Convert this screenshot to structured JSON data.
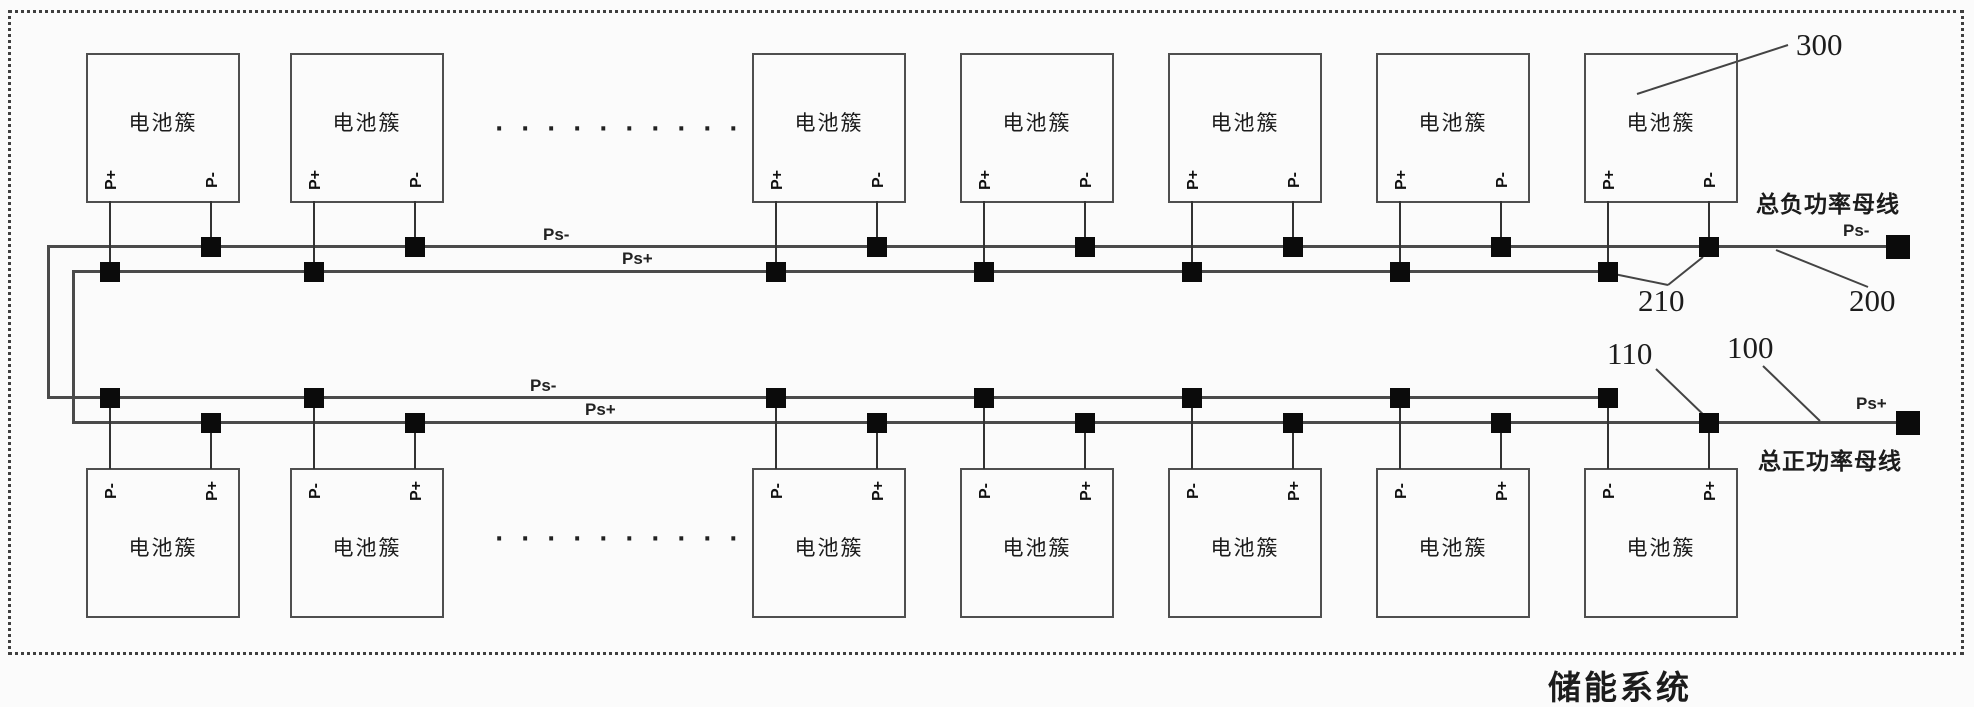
{
  "system": {
    "title": "储能系统",
    "negative_bus_name": "总负功率母线",
    "positive_bus_name": "总正功率母线"
  },
  "battery_cluster": {
    "label": "电池簇",
    "positive_terminal": "P+",
    "negative_terminal": "P-"
  },
  "bus_labels": {
    "upper_minus": "Ps-",
    "upper_plus": "Ps+",
    "lower_minus": "Ps-",
    "lower_plus": "Ps+",
    "terminal_minus": "Ps-",
    "terminal_plus": "Ps+"
  },
  "reference_numbers": {
    "battery_cluster": "300",
    "negative_connection_node": "210",
    "negative_bus": "200",
    "positive_connection_node": "110",
    "positive_bus": "100"
  },
  "rows": {
    "top_count": 7,
    "bottom_count": 7,
    "ellipsis": "· · · · · · · · · ·"
  },
  "colors": {
    "line": "#4a4a4a",
    "node": "#0b0b0b",
    "text": "#1c1c1c",
    "background": "#fbfbfb"
  }
}
